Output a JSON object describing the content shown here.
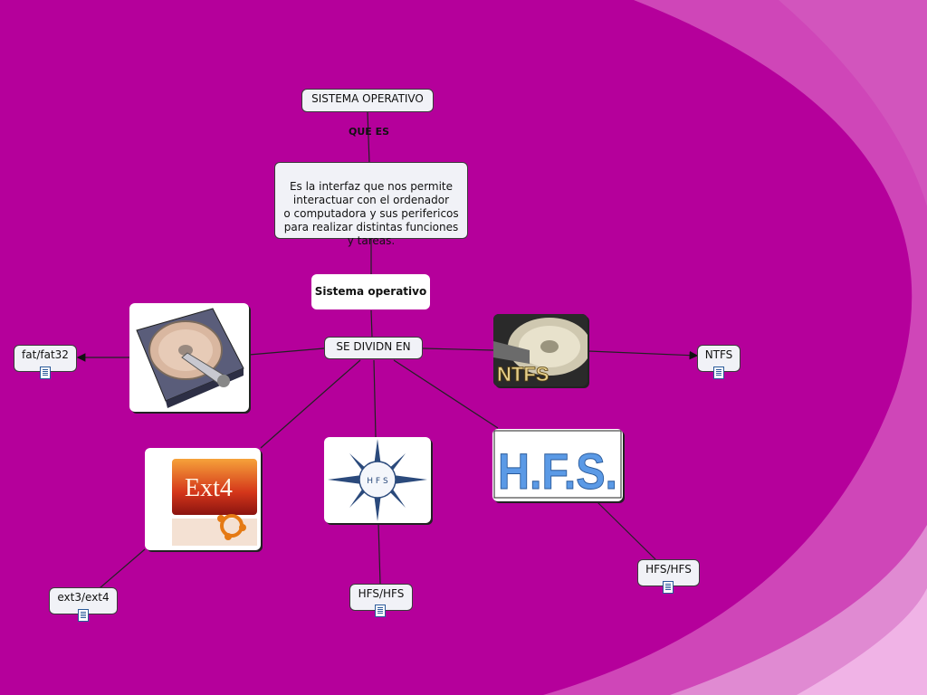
{
  "nodes": {
    "title": "SISTEMA OPERATIVO",
    "que_es": "QUE ES",
    "definition": "Es la interfaz que nos permite\ninteractuar con el ordenador\no computadora y sus perifericos\npara realizar distintas funciones\ny tareas.",
    "center": "Sistema operativo",
    "divide": "SE DIVIDN EN",
    "fat": "fat/fat32",
    "ntfs": "NTFS",
    "ext": "ext3/ext4",
    "hfs_bottom": "HFS/HFS",
    "hfs_right": "HFS/HFS"
  },
  "images": {
    "ntfs_logo_text": "NTFS",
    "ext4_logo_text": "Ext4",
    "hfs_compass_text": "H F S",
    "hfs_logo_text": "H.F.S."
  },
  "colors": {
    "background": "#b5009b",
    "node_fill": "#f1f2f7",
    "link": "#222222",
    "hfs_blue": "#5b9ae6"
  }
}
